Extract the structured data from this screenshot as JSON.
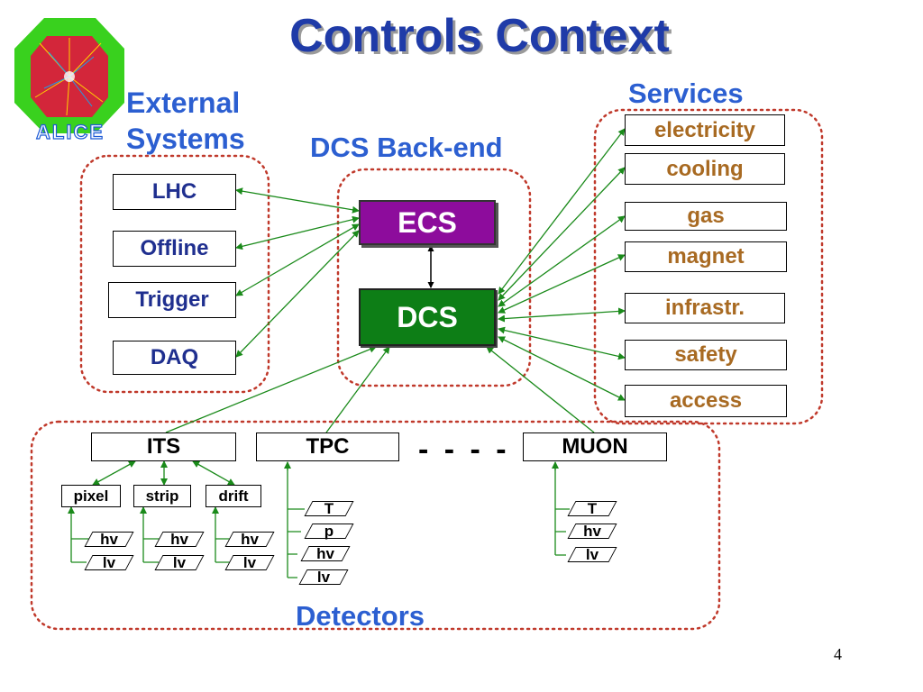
{
  "title": "Controls Context",
  "logo_text": "ALICE",
  "groups": {
    "external": "External Systems",
    "backend": "DCS Back-end",
    "services": "Services",
    "detectors": "Detectors"
  },
  "external_systems": [
    "LHC",
    "Offline",
    "Trigger",
    "DAQ"
  ],
  "backend": {
    "ecs": "ECS",
    "dcs": "DCS"
  },
  "services": [
    "electricity",
    "cooling",
    "gas",
    "magnet",
    "infrastr.",
    "safety",
    "access"
  ],
  "detectors": {
    "its": "ITS",
    "tpc": "TPC",
    "ellipsis": "- - - -",
    "muon": "MUON"
  },
  "its_subdetectors": [
    "pixel",
    "strip",
    "drift"
  ],
  "its_channels": {
    "pixel": [
      "hv",
      "lv"
    ],
    "strip": [
      "hv",
      "lv"
    ],
    "drift": [
      "hv",
      "lv"
    ]
  },
  "tpc_channels": [
    "T",
    "p",
    "hv",
    "lv"
  ],
  "muon_channels": [
    "T",
    "hv",
    "lv"
  ],
  "page_number": "4",
  "colors": {
    "title": "#1f3ba8",
    "group_label": "#2c5fd1",
    "external_text": "#1f2f8f",
    "service_text": "#a86a22",
    "ecs_fill": "#8d0c9c",
    "dcs_fill": "#0d7e16",
    "arrows": "#1a8a1a",
    "dotted_border": "#c0392b"
  }
}
